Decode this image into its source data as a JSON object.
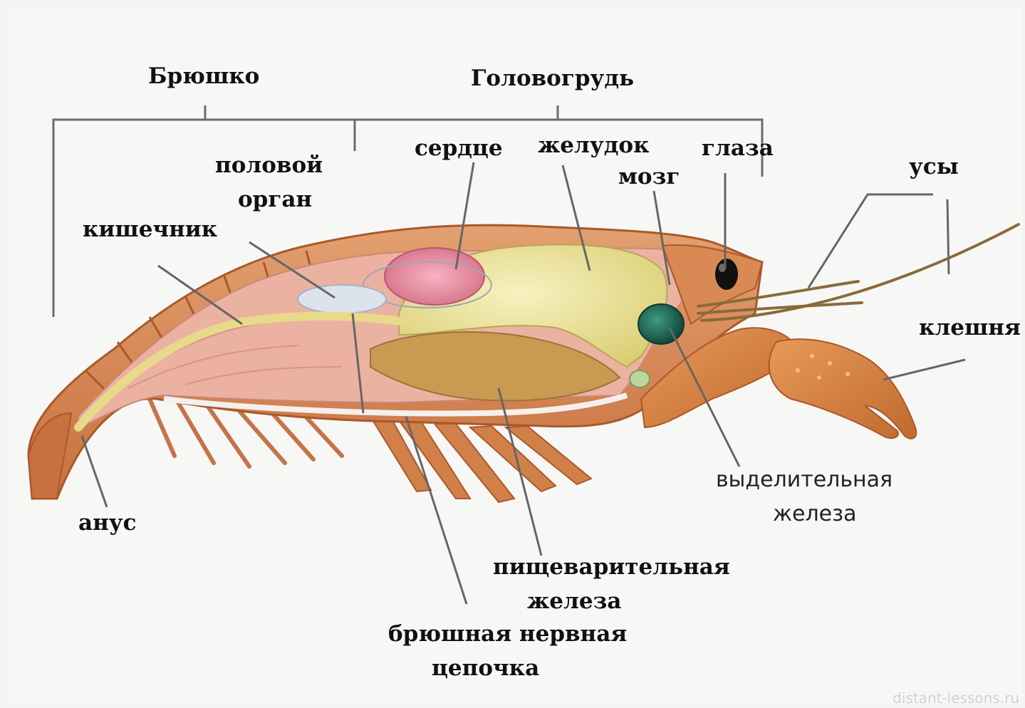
{
  "sections": {
    "abdomen": "Брюшко",
    "cephalothorax": "Головогрудь"
  },
  "labels": {
    "heart": "сердце",
    "stomach": "желудок",
    "eyes": "глаза",
    "brain": "мозг",
    "genital_line1": "половой",
    "genital_line2": "орган",
    "intestine": "кишечник",
    "antennae": "усы",
    "claw": "клешня",
    "excretory_line1": "выделительная",
    "excretory_line2": "железа",
    "anus": "анус",
    "digestive_line1": "пищеварительная",
    "digestive_line2": "железа",
    "nerve_line1": "брюшная нервная",
    "nerve_line2": "цепочка"
  },
  "watermark": "distant-lessons.ru",
  "colors": {
    "shell": "#d98a54",
    "muscle": "#e8a899",
    "stomach": "#ede7a0",
    "heart": "#e68aa0",
    "digestive_gland": "#c9a055",
    "brain": "#1f6e5a",
    "leader_line": "#666666"
  }
}
